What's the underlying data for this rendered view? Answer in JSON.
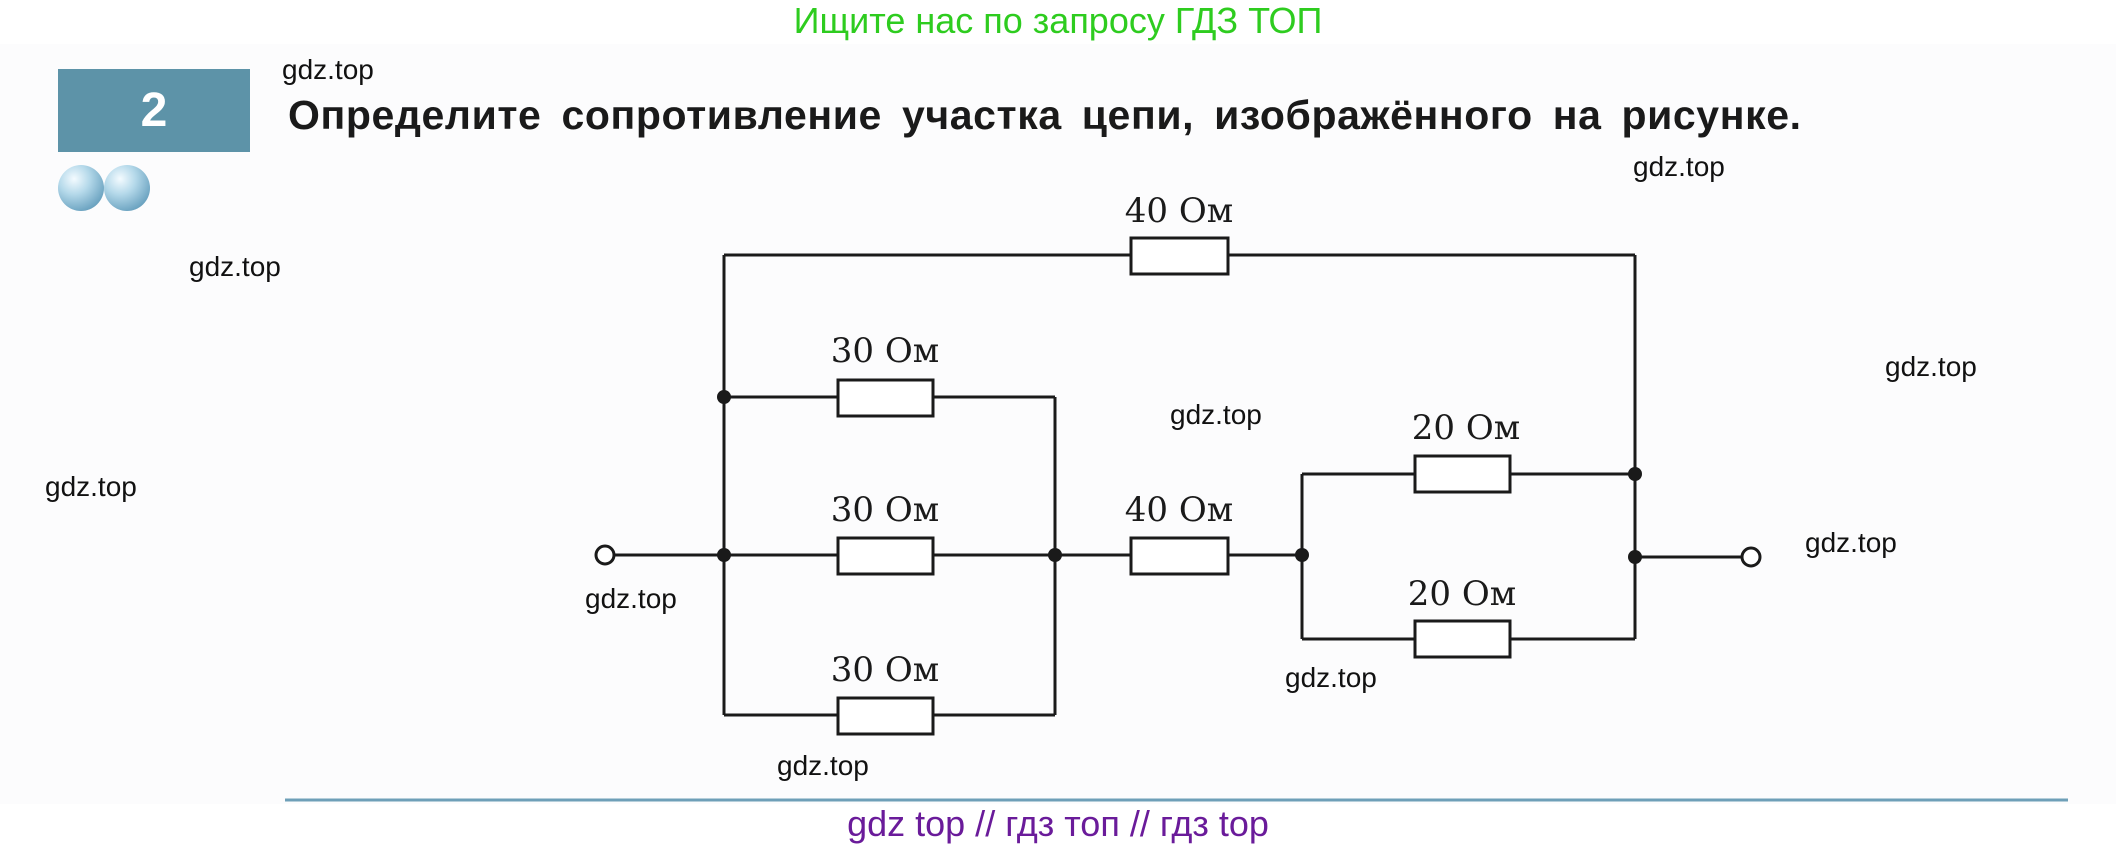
{
  "header": {
    "banner_text": "Ищите нас по запросу ГДЗ ТОП",
    "banner_color": "#2ecc1f"
  },
  "task": {
    "number": "2",
    "badge_color": "#5d93a8",
    "text": "Определите сопротивление участка цепи, изображённого на рисунке."
  },
  "circuit": {
    "resistors": [
      {
        "id": "top",
        "label": "40 Ом"
      },
      {
        "id": "left-1",
        "label": "30 Ом"
      },
      {
        "id": "left-2",
        "label": "30 Ом"
      },
      {
        "id": "left-3",
        "label": "30 Ом"
      },
      {
        "id": "middle",
        "label": "40 Ом"
      },
      {
        "id": "right-1",
        "label": "20 Ом"
      },
      {
        "id": "right-2",
        "label": "20 Ом"
      }
    ]
  },
  "watermarks": [
    "gdz.top",
    "gdz.top",
    "gdz.top",
    "gdz.top",
    "gdz.top",
    "gdz.top",
    "gdz.top",
    "gdz.top",
    "gdz.top",
    "gdz.top"
  ],
  "footer": {
    "banner_text": "gdz top  //  гдз топ  //  гдз top",
    "banner_color": "#6a1b9a"
  }
}
